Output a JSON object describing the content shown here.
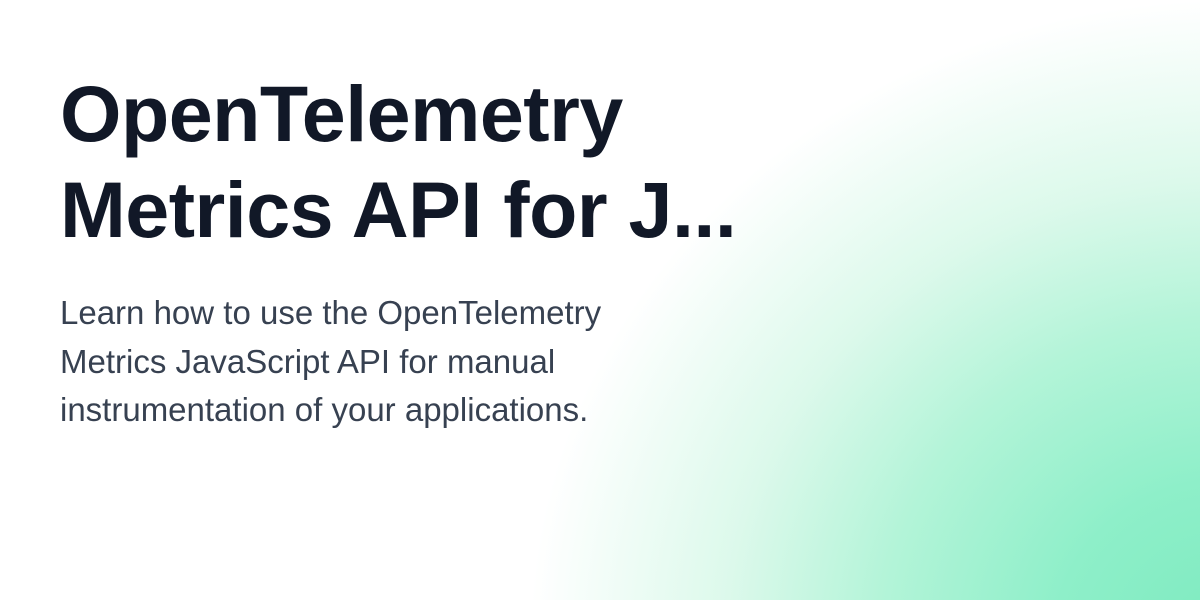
{
  "card": {
    "title_lines": [
      "OpenTelemetry",
      "Metrics API for J..."
    ],
    "description_lines": [
      "Learn how to use the OpenTelemetry",
      "Metrics JavaScript API for manual",
      "instrumentation of your applications."
    ]
  },
  "colors": {
    "background": "#ffffff",
    "gradient_accent": "#7deabf",
    "title": "#111827",
    "description": "#374151"
  }
}
